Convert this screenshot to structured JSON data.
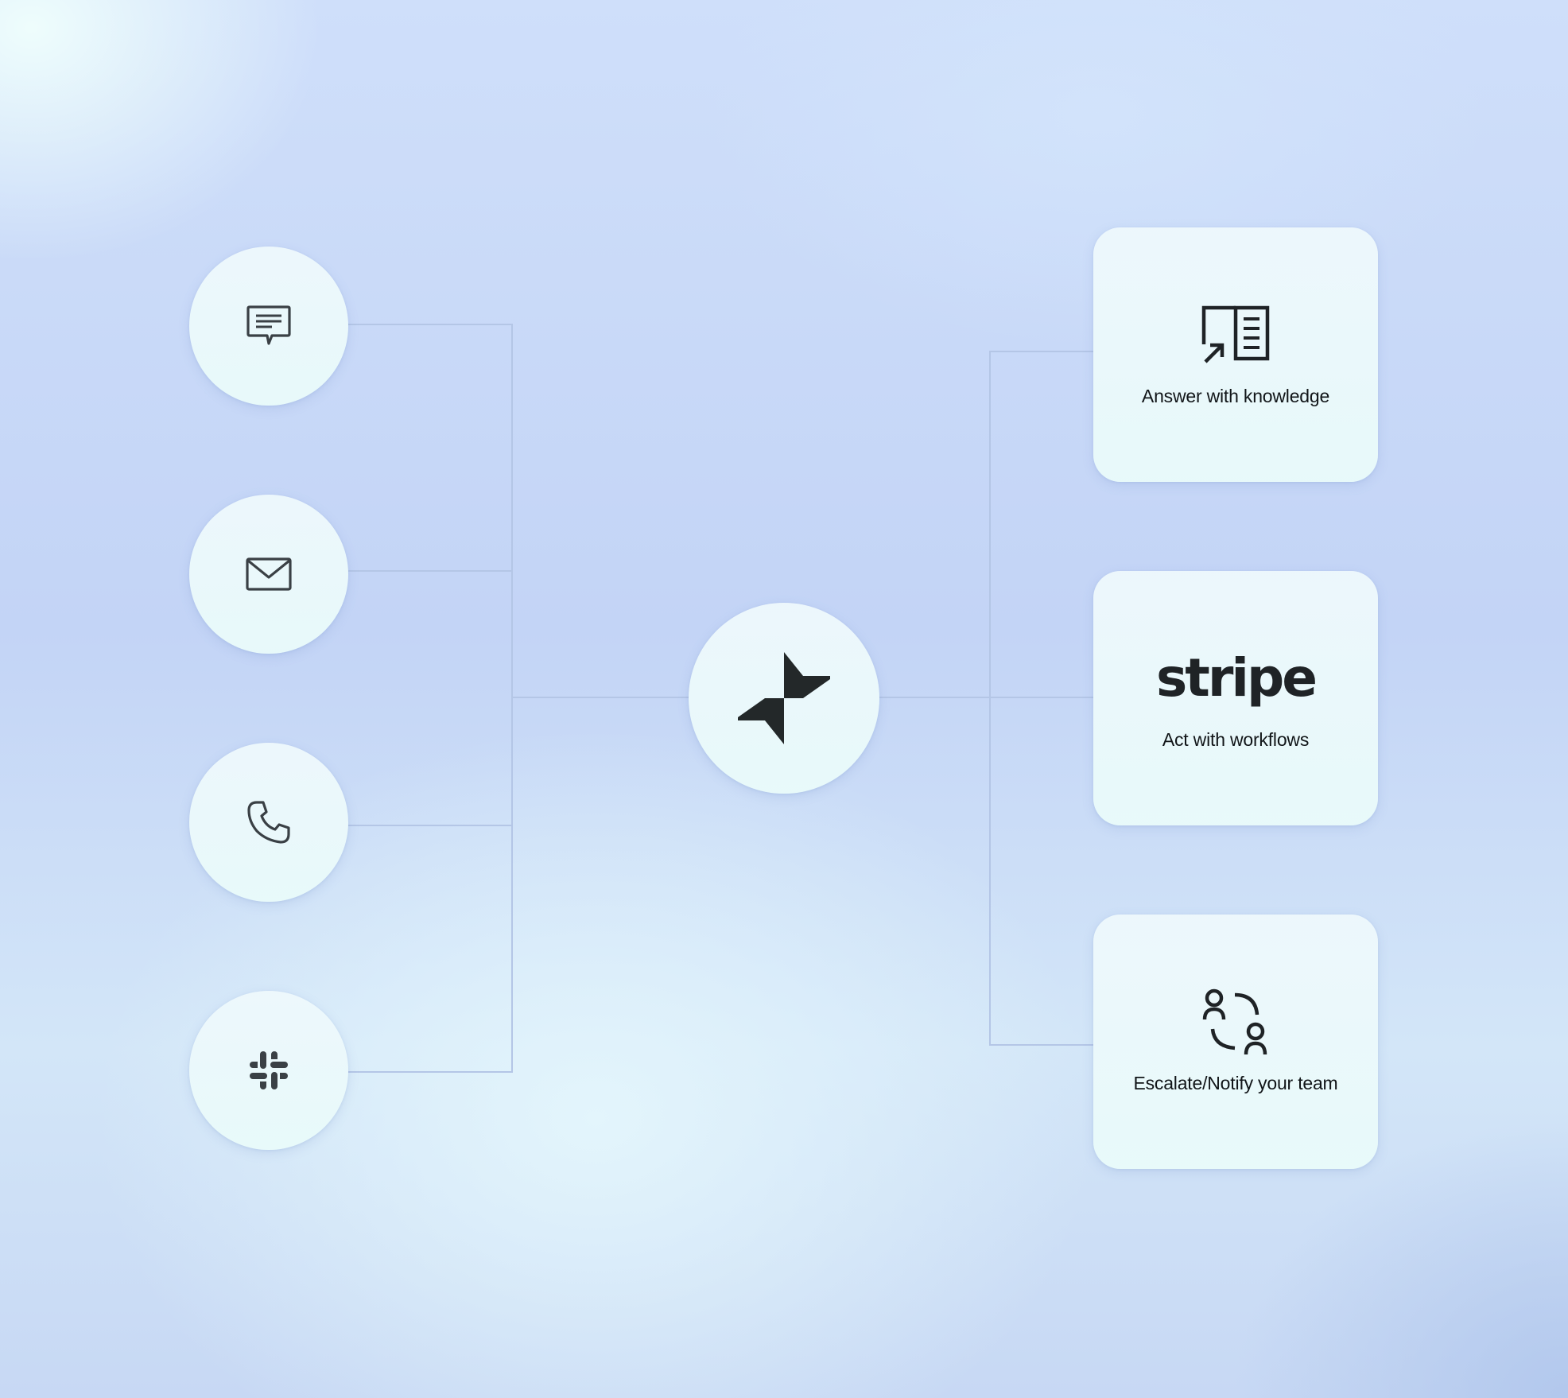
{
  "channels": [
    {
      "id": "chat",
      "icon": "chat-bubble-icon"
    },
    {
      "id": "email",
      "icon": "envelope-icon"
    },
    {
      "id": "phone",
      "icon": "phone-icon"
    },
    {
      "id": "slack",
      "icon": "slack-icon"
    }
  ],
  "hub": {
    "icon": "brand-logo-icon"
  },
  "actions": {
    "knowledge": {
      "icon": "knowledge-book-icon",
      "label": "Answer with knowledge"
    },
    "workflows": {
      "logo": "stripe",
      "label": "Act with workflows"
    },
    "escalate": {
      "icon": "handoff-people-icon",
      "label": "Escalate/Notify your team"
    }
  },
  "colors": {
    "icon": "#1f2326",
    "connector": "#b4c6e6",
    "node_fill": "#eaf6fa"
  }
}
